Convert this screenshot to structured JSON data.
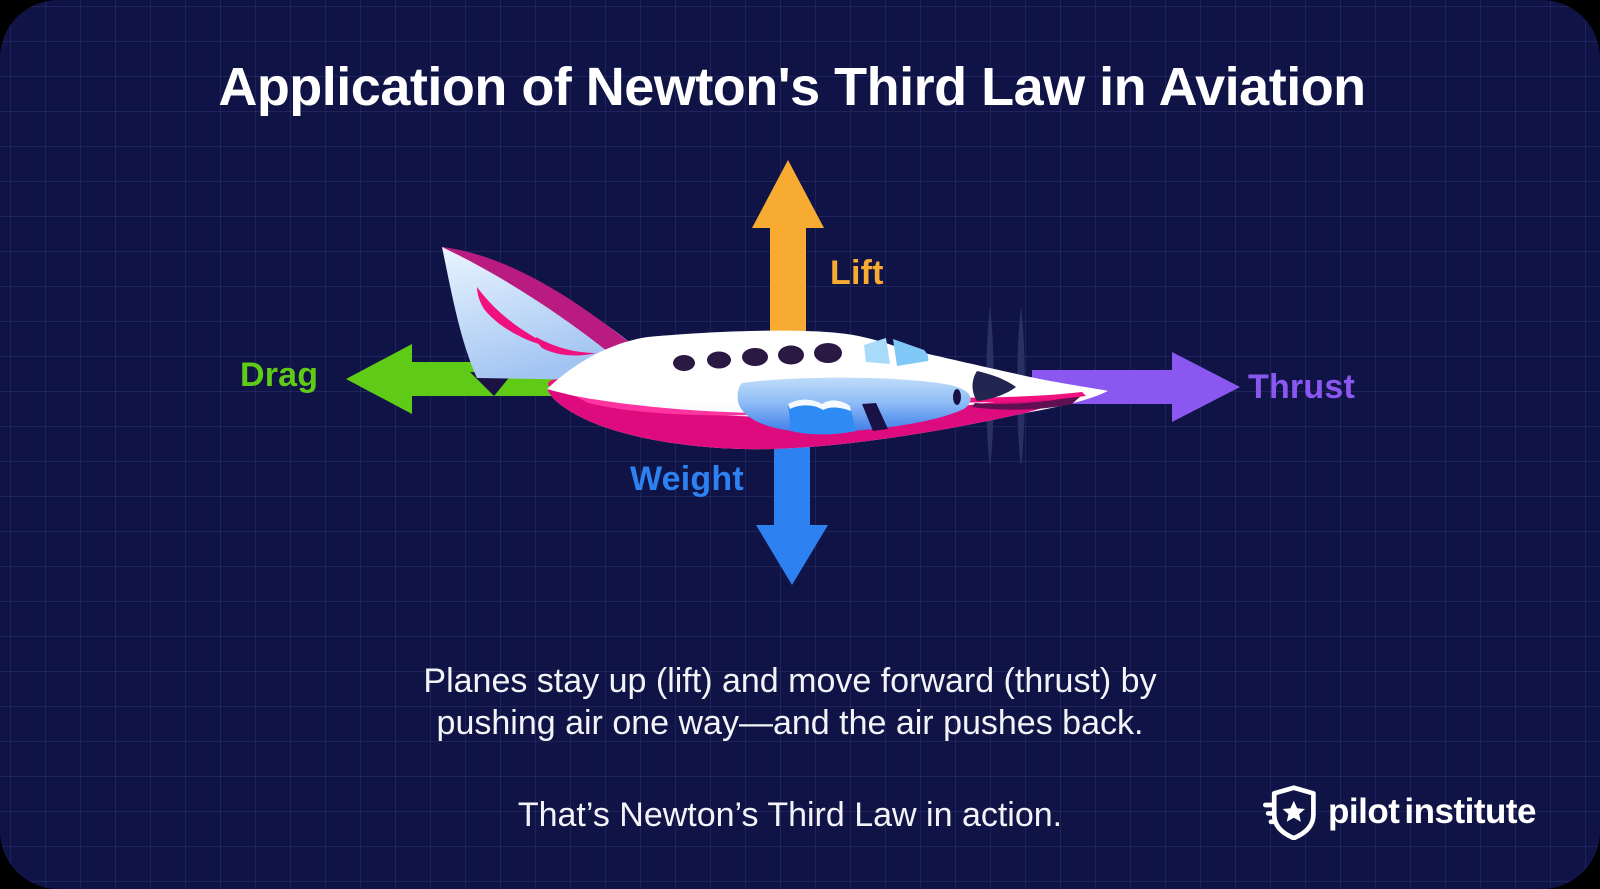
{
  "title": "Application of Newton's Third Law in Aviation",
  "forces": {
    "lift": {
      "label": "Lift",
      "direction": "up",
      "color": "#F7AB30"
    },
    "drag": {
      "label": "Drag",
      "direction": "left",
      "color": "#5FCB16"
    },
    "thrust": {
      "label": "Thrust",
      "direction": "right",
      "color": "#8A58F0"
    },
    "weight": {
      "label": "Weight",
      "direction": "down",
      "color": "#2E81F0"
    }
  },
  "caption": {
    "line1": "Planes stay up (lift) and move forward (thrust) by",
    "line2": "pushing air one way—and the air pushes back.",
    "line3": "That’s Newton’s Third Law in action."
  },
  "logo": {
    "brand_first": "pilot",
    "brand_second": "institute",
    "icon": "winged-shield-star-icon"
  },
  "colors": {
    "background": "#101345",
    "grid_line": "#212659",
    "text": "#FFFFFF"
  },
  "illustration": {
    "name": "twin-engine-airplane-side-view",
    "colors": {
      "fuselage": "#FFFFFF",
      "belly_pink": "#DD0B7D",
      "accent_pink": "#F0117F",
      "bright_pink": "#FF34A0",
      "tail_cap_magenta": "#B91B80",
      "stabilizer_pink": "#EF117F",
      "window_dark": "#2B1843",
      "detail_dark": "#1A1145",
      "under_nose_shadow": "#5E1053",
      "propeller_blade": "#2A3066",
      "spinner": "#20264F",
      "flap_blue": "#2F8BF4",
      "glass_front": "#7FC8F7",
      "glass_rear": "#A8DBF9"
    }
  }
}
